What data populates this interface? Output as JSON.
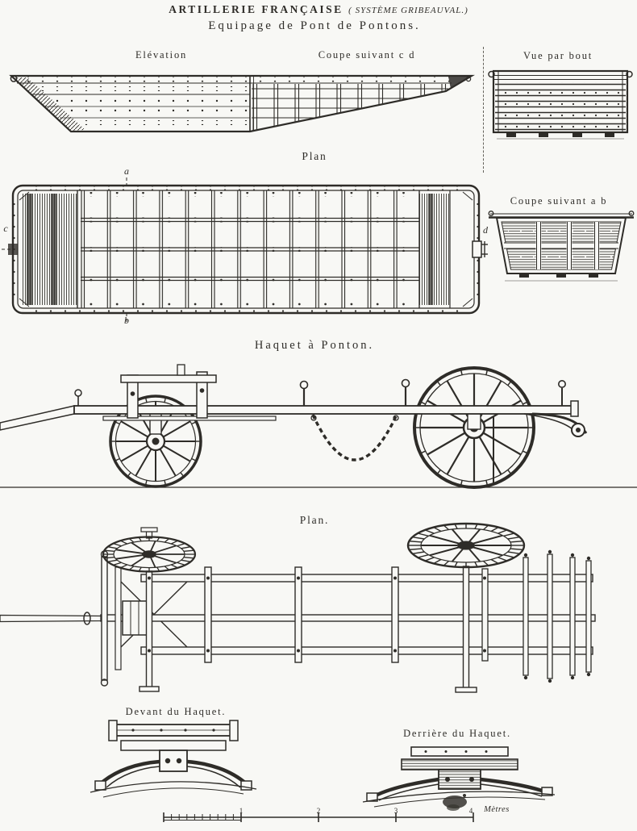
{
  "page": {
    "title_main": "ARTILLERIE FRANÇAISE",
    "title_paren": "( SYSTÈME GRIBEAUVAL.)",
    "subtitle": "Equipage de Pont de Pontons."
  },
  "ponton": {
    "elevation_label": "Elévation",
    "coupe_cd_label": "Coupe suivant c d",
    "vue_par_bout_label": "Vue par bout",
    "plan_label": "Plan",
    "coupe_ab_label": "Coupe suivant a b",
    "markers": {
      "a": "a",
      "b": "b",
      "c": "c",
      "d": "d"
    }
  },
  "haquet": {
    "title": "Haquet à Ponton.",
    "plan_label": "Plan.",
    "devant_label": "Devant du Haquet.",
    "derriere_label": "Derrière du Haquet."
  },
  "scale_bar": {
    "tick_labels": [
      "1",
      "2",
      "3",
      "4"
    ],
    "unit_label": "Mètres"
  },
  "colors": {
    "ink": "#2e2c28",
    "paper": "#f8f8f5"
  }
}
